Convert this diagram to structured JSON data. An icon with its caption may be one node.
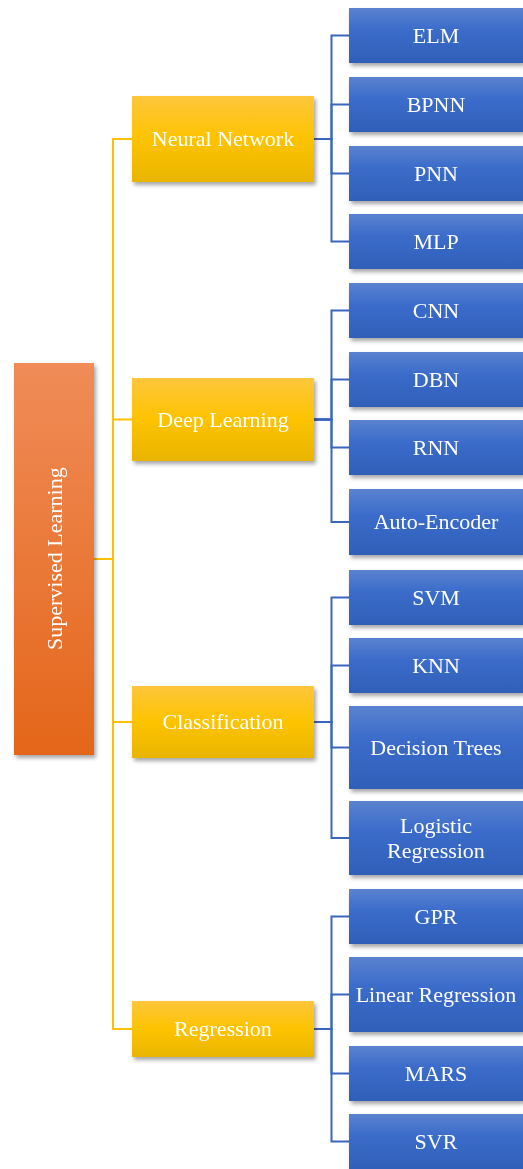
{
  "diagram": {
    "nodes": [
      {
        "text": [
          "Supervised Learning"
        ]
      },
      {
        "text": [
          "Neural Network"
        ]
      },
      {
        "text": [
          "ELM"
        ]
      },
      {
        "text": [
          "BPNN"
        ]
      },
      {
        "text": [
          "PNN"
        ]
      },
      {
        "text": [
          "MLP"
        ]
      },
      {
        "text": [
          "Deep Learning"
        ]
      },
      {
        "text": [
          "CNN"
        ]
      },
      {
        "text": [
          "DBN"
        ]
      },
      {
        "text": [
          "RNN"
        ]
      },
      {
        "text": [
          "Auto-Encoder"
        ]
      },
      {
        "text": [
          "Classification"
        ]
      },
      {
        "text": [
          "SVM"
        ]
      },
      {
        "text": [
          "KNN"
        ]
      },
      {
        "text": [
          "Decision Trees"
        ]
      },
      {
        "text": [
          "Logistic Regression"
        ]
      },
      {
        "text": [
          "Regression"
        ]
      },
      {
        "text": [
          "GPR"
        ]
      },
      {
        "text": [
          "Linear Regression"
        ]
      },
      {
        "text": [
          "MARS"
        ]
      },
      {
        "text": [
          "SVR"
        ]
      }
    ],
    "edges": [
      {
        "from": 0,
        "to": 1,
        "arrow": "none",
        "color": "#ffc000"
      },
      {
        "from": 0,
        "to": 6,
        "arrow": "none",
        "color": "#ffc000"
      },
      {
        "from": 0,
        "to": 11,
        "arrow": "none",
        "color": "#ffc000"
      },
      {
        "from": 0,
        "to": 16,
        "arrow": "none",
        "color": "#ffc000"
      },
      {
        "from": 1,
        "to": 2,
        "arrow": "none"
      },
      {
        "from": 1,
        "to": 3,
        "arrow": "none"
      },
      {
        "from": 1,
        "to": 4,
        "arrow": "none"
      },
      {
        "from": 1,
        "to": 5,
        "arrow": "none"
      },
      {
        "from": 6,
        "to": 7,
        "arrow": "none"
      },
      {
        "from": 6,
        "to": 8,
        "arrow": "none"
      },
      {
        "from": 6,
        "to": 9,
        "arrow": "none"
      },
      {
        "from": 6,
        "to": 10,
        "arrow": "none"
      },
      {
        "from": 11,
        "to": 12,
        "arrow": "none"
      },
      {
        "from": 11,
        "to": 13,
        "arrow": "none"
      },
      {
        "from": 11,
        "to": 14,
        "arrow": "none"
      },
      {
        "from": 11,
        "to": 15,
        "arrow": "none"
      },
      {
        "from": 16,
        "to": 17,
        "arrow": "none"
      },
      {
        "from": 16,
        "to": 18,
        "arrow": "none"
      },
      {
        "from": 16,
        "to": 19,
        "arrow": "none"
      },
      {
        "from": 16,
        "to": 20,
        "arrow": "none"
      }
    ]
  }
}
